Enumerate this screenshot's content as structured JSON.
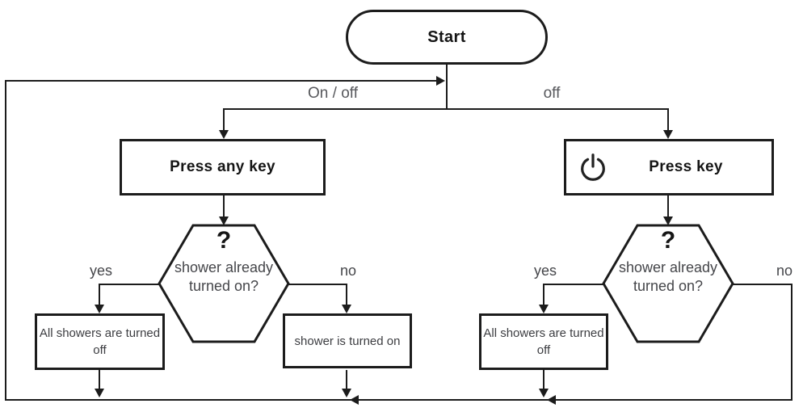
{
  "flowchart": {
    "start": {
      "label": "Start"
    },
    "edges": {
      "left_branch_label": "On / off",
      "right_branch_label": "off",
      "left_yes_label": "yes",
      "left_no_label": "no",
      "right_yes_label": "yes",
      "right_no_label": "no"
    },
    "left": {
      "action_label": "Press any key",
      "decision_mark": "?",
      "decision_line1": "shower already",
      "decision_line2": "turned on?",
      "yes_result_line1": "All showers are turned",
      "yes_result_line2": "off",
      "no_result_label": "shower is turned on"
    },
    "right": {
      "action_label": "Press key",
      "action_icon": "power-icon",
      "decision_mark": "?",
      "decision_line1": "shower already",
      "decision_line2": "turned on?",
      "yes_result_line1": "All showers are turned",
      "yes_result_line2": "off"
    },
    "colors": {
      "line": "#1c1c1c",
      "edge_label_text": "#57585c",
      "node_text": "#3c3d41",
      "title_text": "#151515",
      "background": "#ffffff"
    }
  }
}
